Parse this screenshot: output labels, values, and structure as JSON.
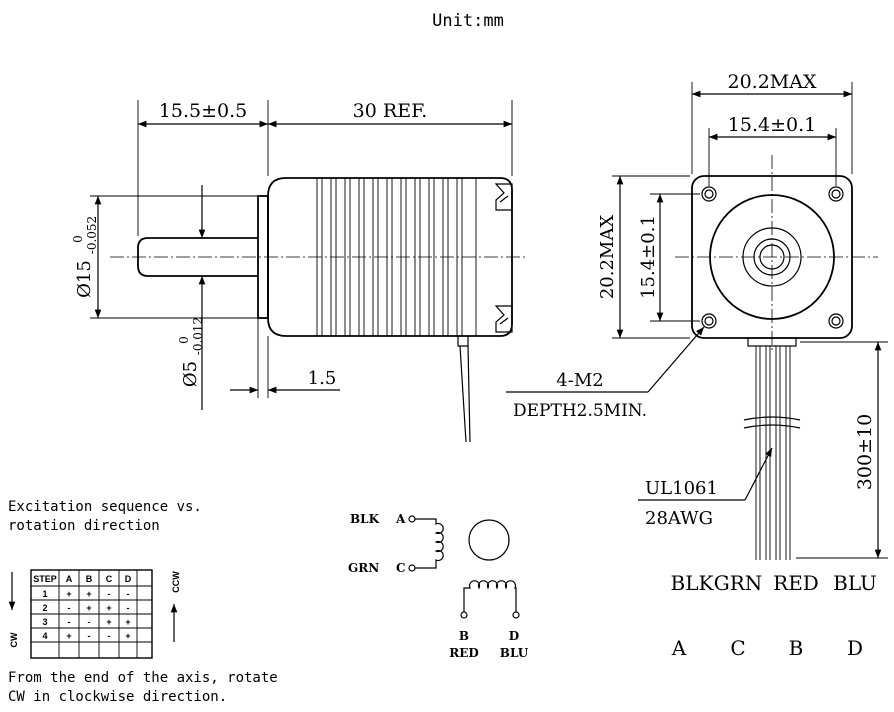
{
  "unit": "Unit:mm",
  "side_view": {
    "dim_shaft_length": "15.5±0.5",
    "dim_body_length": "30 REF.",
    "dim_flange_dia": "Ø15",
    "dim_flange_tol_upper": "0",
    "dim_flange_tol_lower": "-0.052",
    "dim_shaft_dia": "Ø5",
    "dim_shaft_tol_upper": "0",
    "dim_shaft_tol_lower": "-0.012",
    "dim_flange_thickness": "1.5"
  },
  "front_view": {
    "dim_width_max": "20.2MAX",
    "dim_hole_spacing_h": "15.4±0.1",
    "dim_height_max": "20.2MAX",
    "dim_hole_spacing_v": "15.4±0.1",
    "hole_note_line1": "4-M2",
    "hole_note_line2": "DEPTH2.5MIN.",
    "dim_lead_length": "300±10",
    "wire_spec_line1": "UL1061",
    "wire_spec_line2": "28AWG"
  },
  "wires": {
    "colors": [
      "BLK",
      "GRN",
      "RED",
      "BLU"
    ],
    "phases": [
      "A",
      "C",
      "B",
      "D"
    ]
  },
  "excitation": {
    "title_line1": "Excitation sequence vs.",
    "title_line2": "rotation direction",
    "headers": [
      "STEP",
      "A",
      "B",
      "C",
      "D"
    ],
    "rows": [
      [
        "1",
        "+",
        "+",
        "-",
        "-"
      ],
      [
        "2",
        "-",
        "+",
        "+",
        "-"
      ],
      [
        "3",
        "-",
        "-",
        "+",
        "+"
      ],
      [
        "4",
        "+",
        "-",
        "-",
        "+"
      ]
    ],
    "cw_label": "CW",
    "ccw_label": "CCW",
    "note_line1": "From the end of the axis, rotate",
    "note_line2": "CW in clockwise direction."
  },
  "schematic": {
    "blk": "BLK",
    "grn": "GRN",
    "a": "A",
    "c": "C",
    "b": "B",
    "d": "D",
    "red": "RED",
    "blu": "BLU"
  }
}
